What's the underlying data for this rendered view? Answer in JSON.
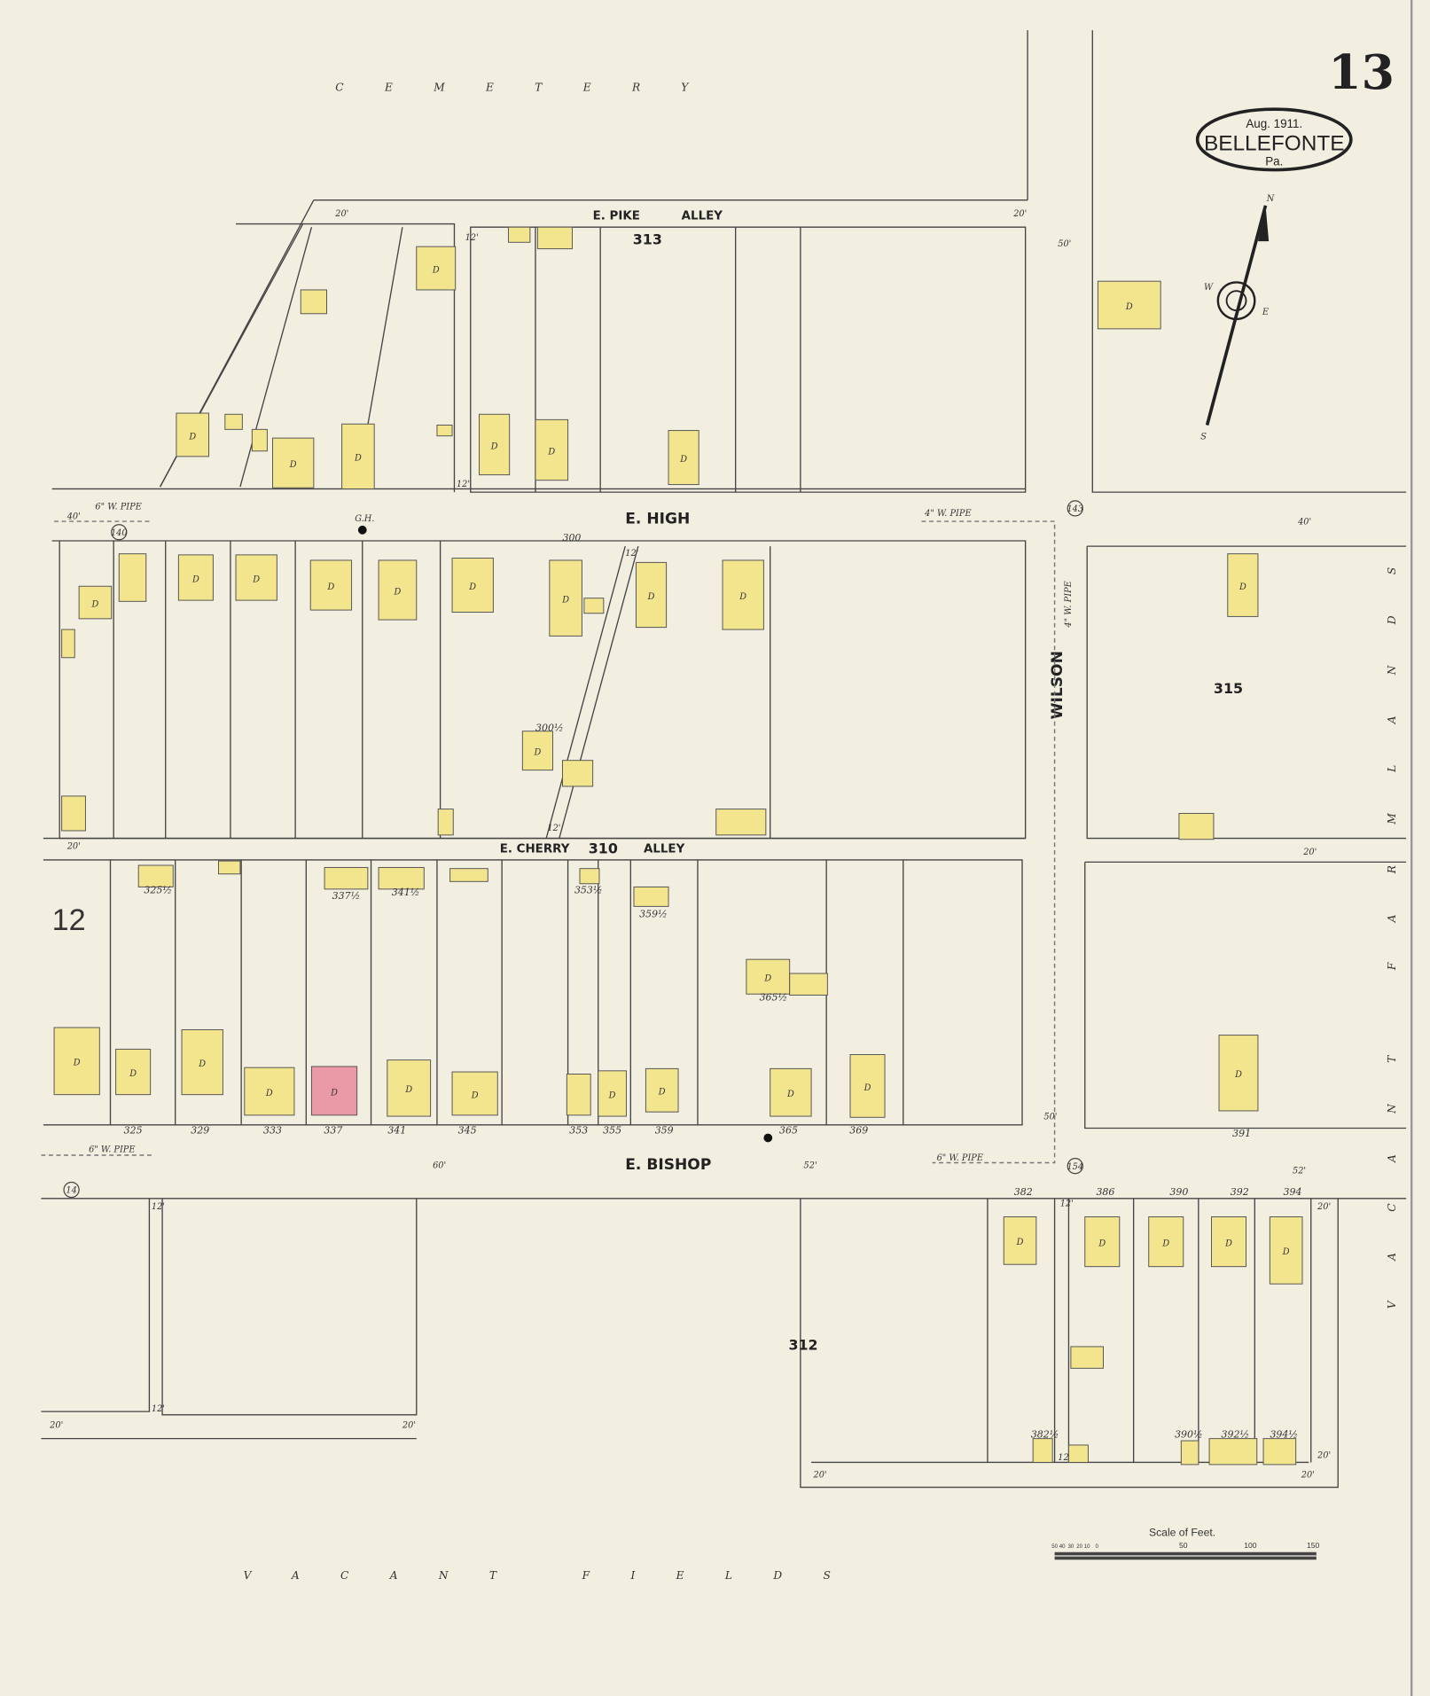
{
  "sheet": {
    "number": "13",
    "date": "Aug. 1911.",
    "town": "BELLEFONTE",
    "state": "Pa.",
    "adjacent_sheet": "12"
  },
  "streets": {
    "pike": "E. PIKE",
    "pike_alley": "ALLEY",
    "high": "E. HIGH",
    "cherry": "E. CHERRY",
    "cherry_alley": "ALLEY",
    "bishop": "E. BISHOP",
    "wilson": "WILSON"
  },
  "areas": {
    "cemetery": "CEMETERY",
    "bottom": "VACANT FIELDS",
    "right": "VACANT FARMLANDS"
  },
  "blocks": {
    "b313": "313",
    "b310": "310",
    "b315": "315",
    "b312": "312",
    "b300": "300"
  },
  "addresses": {
    "cherry_south": [
      "325",
      "329",
      "333",
      "337",
      "341",
      "345",
      "353",
      "355",
      "359",
      "365",
      "369"
    ],
    "rear": [
      "325½",
      "337½",
      "341½",
      "353½",
      "359½",
      "365½"
    ],
    "b315": "391",
    "bishop_south": [
      "382",
      "386",
      "390",
      "392",
      "394"
    ],
    "bishop_rear": [
      "382½",
      "390½",
      "392½",
      "394½"
    ],
    "b300_rear": "300½"
  },
  "pipes": {
    "six": "6\" W. PIPE",
    "four": "4\" W. PIPE"
  },
  "hydrants": [
    "140",
    "143",
    "154",
    "14"
  ],
  "widths": {
    "w20": "20'",
    "w12": "12'",
    "w40": "40'",
    "w50": "50'",
    "w60": "60'",
    "w52": "52'"
  },
  "compass": {
    "n": "N",
    "s": "S",
    "e": "E",
    "w": "W"
  },
  "scale": {
    "title": "Scale of Feet.",
    "ticks": [
      "50",
      "40",
      "30",
      "20",
      "10",
      "0",
      "50",
      "100",
      "150"
    ]
  },
  "symbols": {
    "dwelling": "D",
    "gh": "G.H."
  },
  "colors": {
    "paper": "#f2efe1",
    "frame": "#f3e48e",
    "brick": "#ea9aa6"
  }
}
